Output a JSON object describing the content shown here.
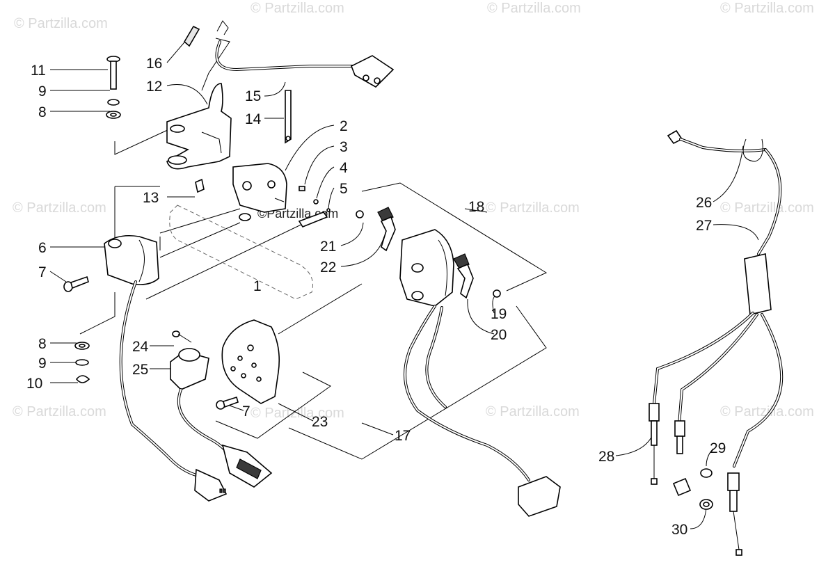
{
  "watermark": {
    "text": "© Partzilla.com",
    "center_text": "©Partzilla.com"
  },
  "callouts": {
    "c1": "1",
    "c2": "2",
    "c3": "3",
    "c4": "4",
    "c5": "5",
    "c6": "6",
    "c7a": "7",
    "c7b": "7",
    "c8a": "8",
    "c8b": "8",
    "c9a": "9",
    "c9b": "9",
    "c10": "10",
    "c11": "11",
    "c12": "12",
    "c13": "13",
    "c14": "14",
    "c15": "15",
    "c16": "16",
    "c17": "17",
    "c18": "18",
    "c19": "19",
    "c20": "20",
    "c21": "21",
    "c22": "22",
    "c23": "23",
    "c24": "24",
    "c25": "25",
    "c26": "26",
    "c27": "27",
    "c28": "28",
    "c29": "29",
    "c30": "30"
  }
}
